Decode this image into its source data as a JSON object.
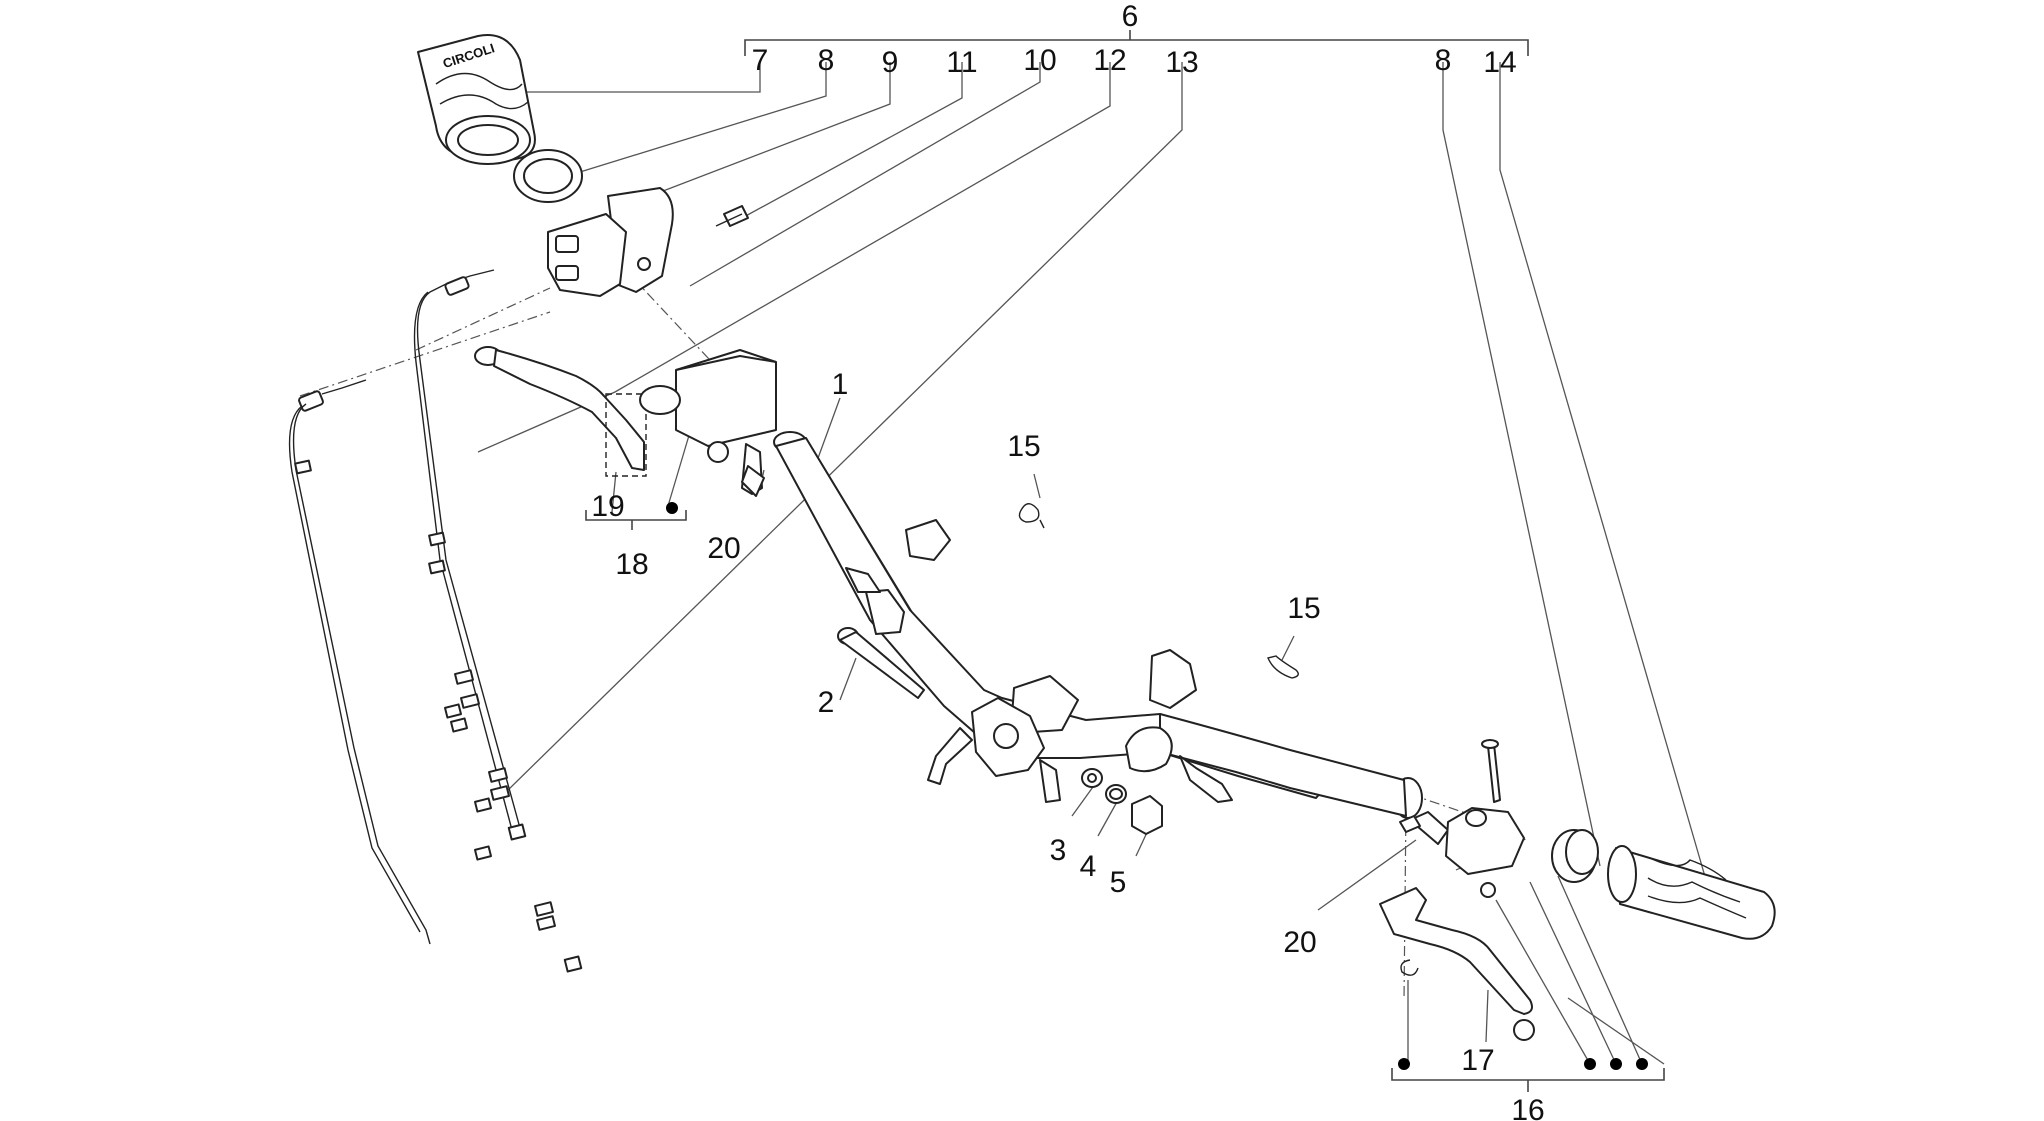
{
  "callouts": {
    "c1": "1",
    "c2": "2",
    "c3": "3",
    "c4": "4",
    "c5": "5",
    "c6": "6",
    "c7": "7",
    "c8a": "8",
    "c8b": "8",
    "c9": "9",
    "c10": "10",
    "c11": "11",
    "c12": "12",
    "c13": "13",
    "c14": "14",
    "c15a": "15",
    "c15b": "15",
    "c16": "16",
    "c17": "17",
    "c18": "18",
    "c19": "19",
    "c20a": "20",
    "c20b": "20"
  },
  "grip_brand_text": "CIRCOLI"
}
